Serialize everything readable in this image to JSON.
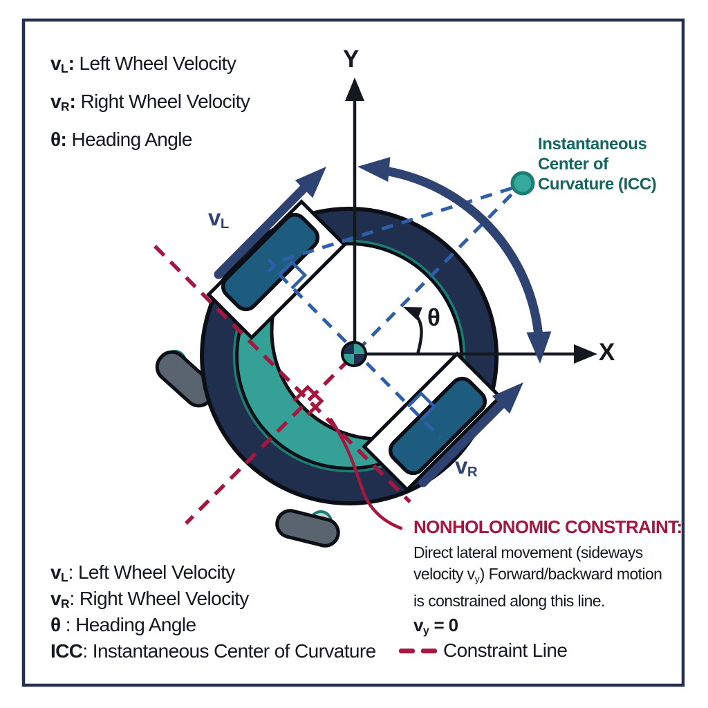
{
  "colors": {
    "navy_body": "#212f4e",
    "arrow_blue": "#2e4372",
    "wheel_blue": "#1d5c7e",
    "teal": "#35a095",
    "teal_dark": "#1c7d74",
    "icc_fill": "#35a99b",
    "icc_text": "#15655e",
    "crimson": "#a5173f",
    "dash_blue": "#2f5fa8",
    "ink": "#14181f",
    "frame": "#252f4e",
    "caster_gray": "#59646e"
  },
  "legend_top": {
    "items": [
      {
        "sym": "v",
        "sub": "L",
        "rest": ": Left Wheel Velocity"
      },
      {
        "sym": "v",
        "sub": "R",
        "rest": ": Right Wheel Velocity"
      },
      {
        "sym": "θ",
        "sub": "",
        "rest": ": Heading Angle"
      }
    ]
  },
  "legend_bottom": {
    "items": [
      {
        "sym": "v",
        "sub": "L",
        "rest": ": Left Wheel Velocity"
      },
      {
        "sym": "v",
        "sub": "R",
        "rest": ": Right Wheel Velocity"
      },
      {
        "sym": "θ",
        "sub": "",
        "rest": " : Heading Angle"
      },
      {
        "sym": "ICC",
        "sub": "",
        "rest": ": Instantaneous Center of Curvature"
      }
    ],
    "constraint_line_label": "Constraint Line"
  },
  "axes": {
    "x": "X",
    "y": "Y"
  },
  "angle_label": "θ",
  "wheel_labels": {
    "left": {
      "sym": "v",
      "sub": "L"
    },
    "right": {
      "sym": "v",
      "sub": "R"
    }
  },
  "icc": {
    "line1": "Instantaneous",
    "line2": "Center of",
    "line3": "Curvature (ICC)"
  },
  "note": {
    "title": "NONHOLONOMIC CONSTRAINT:",
    "line1": "Direct lateral movement (sideways",
    "line2a": "velocity v",
    "line2sub": "y",
    "line2b": ") Forward/backward motion",
    "line3": "is constrained along this line.",
    "eq_a": "v",
    "eq_sub": "y",
    "eq_b": " = 0"
  }
}
